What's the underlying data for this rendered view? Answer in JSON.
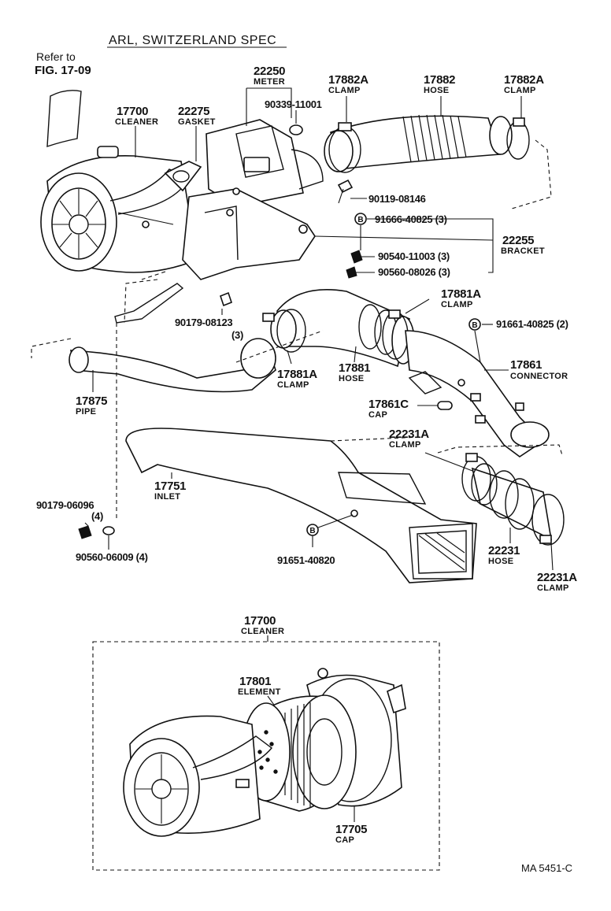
{
  "header": {
    "spec": "ARL, SWITZERLAND SPEC"
  },
  "refer": {
    "line1": "Refer to",
    "line2": "FIG. 17-09"
  },
  "footer": {
    "code": "MA  5451-C"
  },
  "parts": {
    "p22250": {
      "num": "22250",
      "name": "METER"
    },
    "p90339": {
      "num": "90339-11001"
    },
    "p17882A_l": {
      "num": "17882A",
      "name": "CLAMP"
    },
    "p17882": {
      "num": "17882",
      "name": "HOSE"
    },
    "p17882A_r": {
      "num": "17882A",
      "name": "CLAMP"
    },
    "p17700": {
      "num": "17700",
      "name": "CLEANER"
    },
    "p22275": {
      "num": "22275",
      "name": "GASKET"
    },
    "p90119": {
      "num": "90119-08146"
    },
    "p91666": {
      "num": "91666-40825 (3)"
    },
    "p22255": {
      "num": "22255",
      "name": "BRACKET"
    },
    "p90540": {
      "num": "90540-11003 (3)"
    },
    "p90560a": {
      "num": "90560-08026 (3)"
    },
    "p17881A_t": {
      "num": "17881A",
      "name": "CLAMP"
    },
    "p90179a": {
      "num": "90179-08123",
      "qty": "(3)"
    },
    "p91661": {
      "num": "91661-40825 (2)"
    },
    "p17881A_b": {
      "num": "17881A",
      "name": "CLAMP"
    },
    "p17881": {
      "num": "17881",
      "name": "HOSE"
    },
    "p17861": {
      "num": "17861",
      "name": "CONNECTOR"
    },
    "p17875": {
      "num": "17875",
      "name": "PIPE"
    },
    "p17861C": {
      "num": "17861C",
      "name": "CAP"
    },
    "p22231A_t": {
      "num": "22231A",
      "name": "CLAMP"
    },
    "p17751": {
      "num": "17751",
      "name": "INLET"
    },
    "p90179b": {
      "num": "90179-06096",
      "qty": "(4)"
    },
    "p90560b": {
      "num": "90560-06009 (4)"
    },
    "p91651": {
      "num": "91651-40820"
    },
    "p22231": {
      "num": "22231",
      "name": "HOSE"
    },
    "p22231A_b": {
      "num": "22231A",
      "name": "CLAMP"
    },
    "p17700b": {
      "num": "17700",
      "name": "CLEANER"
    },
    "p17801": {
      "num": "17801",
      "name": "ELEMENT"
    },
    "p17705": {
      "num": "17705",
      "name": "CAP"
    }
  },
  "markers": {
    "bolt_mark": "B"
  }
}
